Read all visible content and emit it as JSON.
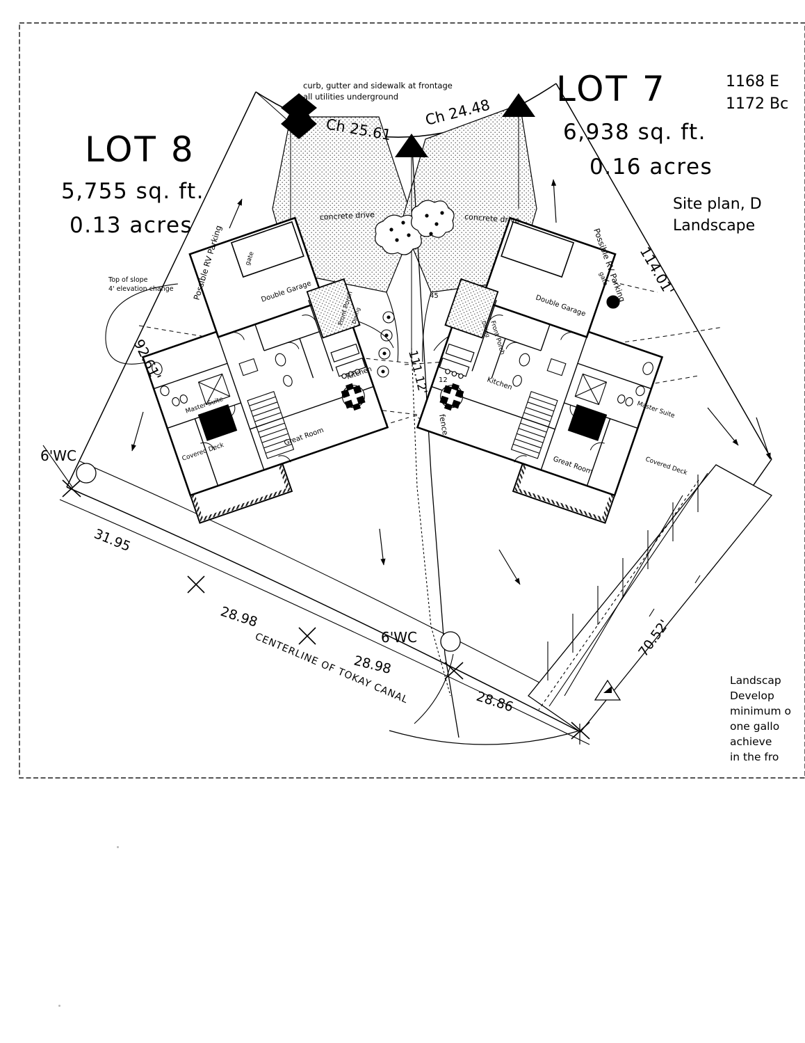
{
  "document": {
    "type": "architectural-site-plan",
    "sheet_border": "dashed rectangle"
  },
  "lots": [
    {
      "id": "lot-8",
      "title": "LOT 8",
      "area_sqft": "5,755 sq. ft.",
      "area_acres": "0.13 acres"
    },
    {
      "id": "lot-7",
      "title": "LOT 7",
      "area_sqft": "6,938 sq. ft.",
      "area_acres": "0.16 acres"
    }
  ],
  "titleblock": {
    "address_line_1": "1168 E",
    "address_line_2": "1172 Bc",
    "sheet_line_1": "Site plan, D",
    "sheet_line_2": "Landscape"
  },
  "frontage_note": {
    "line_1": "curb, gutter and sidewalk at frontage",
    "line_2": "all utilities underground"
  },
  "chords": {
    "left": "Ch 25.61",
    "right": "Ch 24.48"
  },
  "slope_note": {
    "line_1": "Top of slope",
    "line_2": "4' elevation change"
  },
  "dimensions": {
    "left_lot_line": "92.61'",
    "center_lot_line": "111.12'",
    "right_lot_line": "114.01'",
    "canal_segment_1": "31.95",
    "canal_segment_2": "28.98",
    "canal_segment_3": "28.98",
    "canal_segment_4": "28.86",
    "right_rear": "70.52'"
  },
  "wc_markers": {
    "left": "6'WC",
    "center": "6'WC"
  },
  "canal_label": "CENTERLINE OF TOKAY CANAL",
  "fence_label": "fence",
  "rv_parking_label": "Possible RV Parking",
  "gate_label": "gate",
  "drive_label": "concrete drive",
  "plant_counts": {
    "left_marker": "45",
    "right_marker": "12"
  },
  "rooms_left": {
    "garage": "Double Garage",
    "front_porch": "Front Porch",
    "dining": "Dining",
    "kitchen": "Kitchen",
    "great_room": "Great Room",
    "master_suite": "Master Suite",
    "covered_deck": "Covered Deck"
  },
  "rooms_right": {
    "garage": "Double Garage",
    "front_porch": "Front Porch",
    "dining": "Dining",
    "kitchen": "Kitchen",
    "great_room": "Great Room",
    "master_suite": "Master Suite",
    "covered_deck": "Covered Deck"
  },
  "landscape_note": {
    "line_1": "Landscap",
    "line_2": "Develop",
    "line_3": "minimum o",
    "line_4": "one gallo",
    "line_5": "achieve",
    "line_6": "in the fro"
  },
  "colors": {
    "ink": "#000000",
    "paper": "#ffffff",
    "hatch": "#9a9a9a"
  }
}
